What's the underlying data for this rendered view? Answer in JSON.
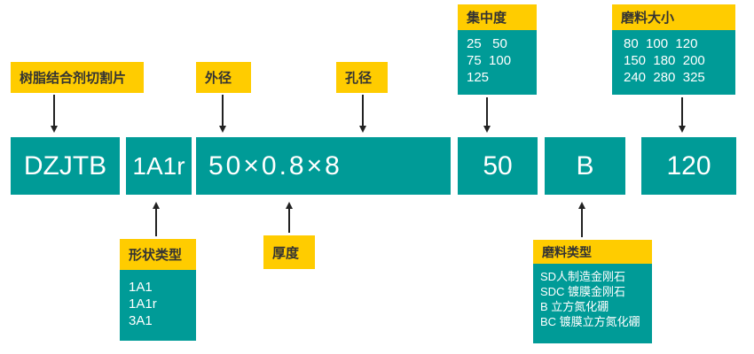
{
  "segments": {
    "type": "DZJTB",
    "shape": "1A1r",
    "dims": "50×0.8×8",
    "concentration": "50",
    "abrasive": "B",
    "grit": "120"
  },
  "labels": {
    "type": "树脂结合剂切割片",
    "outer_diameter": "外径",
    "bore": "孔径",
    "thickness": "厚度"
  },
  "concentration": {
    "title": "集中度",
    "values": "25   50\n75  100\n125"
  },
  "grit_size": {
    "title": "磨料大小",
    "values": "80  100  120\n150  180  200\n240  280  325"
  },
  "shape_type": {
    "title": "形状类型",
    "values": "1A1\n1A1r\n3A1"
  },
  "abrasive_type": {
    "title": "磨料类型",
    "values": "SD人制造金刚石\nSDC 镀膜金刚石\nB 立方氮化硼\nBC 镀膜立方氮化硼"
  },
  "colors": {
    "teal": "#009b97",
    "yellow": "#ffcc00"
  }
}
